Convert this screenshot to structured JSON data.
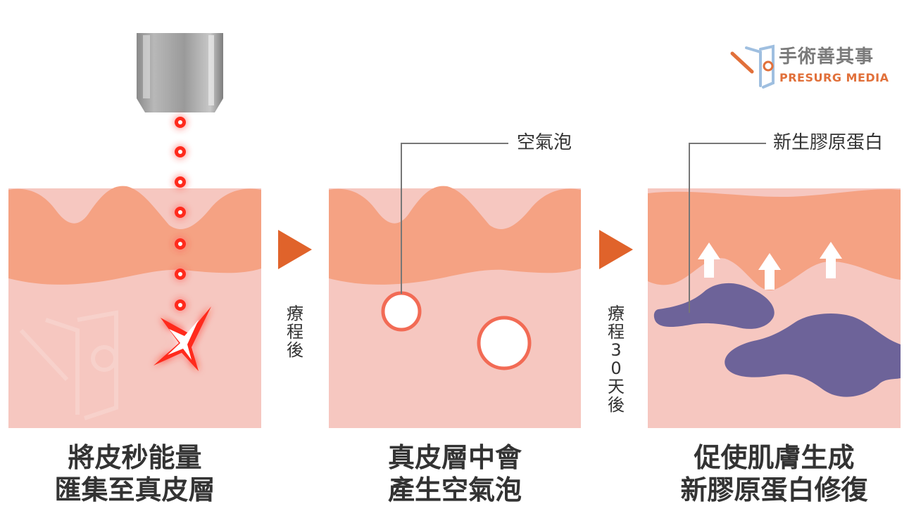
{
  "brand": {
    "name_zh": "手術善其事",
    "name_en": "PRESURG MEDIA"
  },
  "panels": [
    {
      "caption_line1": "將皮秒能量",
      "caption_line2": "匯集至真皮層"
    },
    {
      "caption_line1": "真皮層中會",
      "caption_line2": "產生空氣泡",
      "callout": "空氣泡"
    },
    {
      "caption_line1": "促使肌膚生成",
      "caption_line2": "新膠原蛋白修復",
      "callout": "新生膠原蛋白"
    }
  ],
  "transitions": [
    {
      "label_chars": [
        "療",
        "程",
        "後"
      ]
    },
    {
      "label_chars": [
        "療",
        "程",
        "3",
        "0",
        "天",
        "後"
      ]
    }
  ],
  "colors": {
    "epidermis": "#f5a283",
    "dermis": "#f6c7c0",
    "arrow": "#e0632b",
    "laser_red": "#ff2a1a",
    "bubble_ring": "#f26b55",
    "collagen": "#6d6399",
    "brand_orange": "#e1703a",
    "brand_gray": "#7a7a7a"
  },
  "icons": [
    "laser-handpiece-icon",
    "laser-beam-dots",
    "laser-burst-icon",
    "arrow-right-icon",
    "up-arrow-icon",
    "brand-logo-icon"
  ]
}
